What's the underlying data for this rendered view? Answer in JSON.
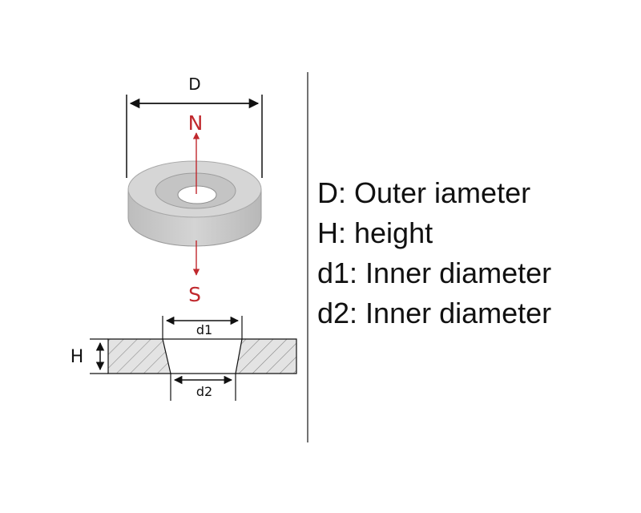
{
  "diagram": {
    "labels": {
      "outer_diameter": "D",
      "north_pole": "N",
      "south_pole": "S",
      "d1": "d1",
      "d2": "d2",
      "height": "H"
    },
    "colors": {
      "pole_arrow": "#c0282d",
      "dimension_line": "#111111",
      "magnet_top": "#d9d9d9",
      "magnet_side": "#c6c6c6"
    }
  },
  "legend": [
    "D: Outer iameter",
    "H: height",
    "d1: Inner diameter",
    "d2: Inner diameter"
  ]
}
